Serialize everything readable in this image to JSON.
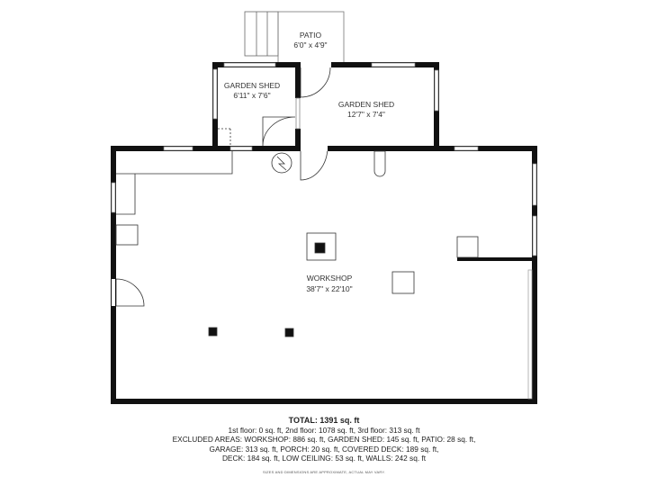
{
  "rooms": {
    "patio": {
      "name": "PATIO",
      "dims": "6'0\" x 4'9\""
    },
    "garden_shed_1": {
      "name": "GARDEN SHED",
      "dims": "6'11\" x 7'6\""
    },
    "garden_shed_2": {
      "name": "GARDEN SHED",
      "dims": "12'7\" x 7'4\""
    },
    "workshop": {
      "name": "WORKSHOP",
      "dims": "38'7\" x 22'10\""
    }
  },
  "summary": {
    "total": "TOTAL: 1391 sq. ft",
    "floors": "1st floor: 0 sq. ft, 2nd floor: 1078 sq. ft, 3rd floor: 313 sq. ft",
    "excluded_1": "EXCLUDED AREAS: WORKSHOP: 886 sq. ft, GARDEN SHED: 145 sq. ft, PATIO: 28 sq. ft,",
    "excluded_2": "GARAGE: 313 sq. ft, PORCH: 20 sq. ft, COVERED DECK: 189 sq. ft,",
    "excluded_3": "DECK: 184 sq. ft, LOW CEILING: 53 sq. ft, WALLS: 242 sq. ft",
    "disclaimer": "SIZES AND DIMENSIONS ARE APPROXIMATE, ACTUAL MAY VARY."
  }
}
